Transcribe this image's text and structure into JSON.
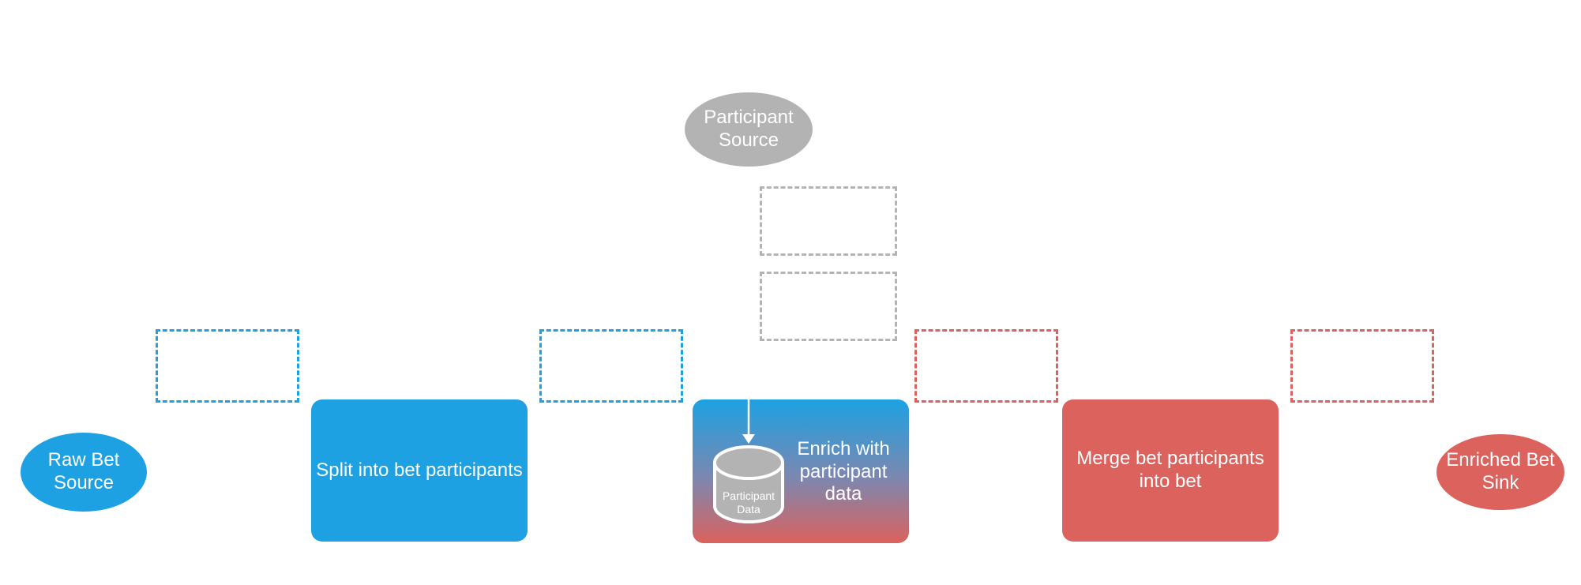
{
  "colors": {
    "blue": "#1da1e2",
    "red": "#db625d",
    "gray": "#b3b3b3",
    "white": "#ffffff"
  },
  "nodes": {
    "raw_bet_source": "Raw Bet\nSource",
    "split": "Split into bet participants",
    "participant_source": "Participant\nSource",
    "enrich": "Enrich with\nparticipant\ndata",
    "participant_data": "Participant\nData",
    "merge": "Merge bet participants\ninto bet",
    "enriched_bet_sink": "Enriched Bet\nSink"
  }
}
